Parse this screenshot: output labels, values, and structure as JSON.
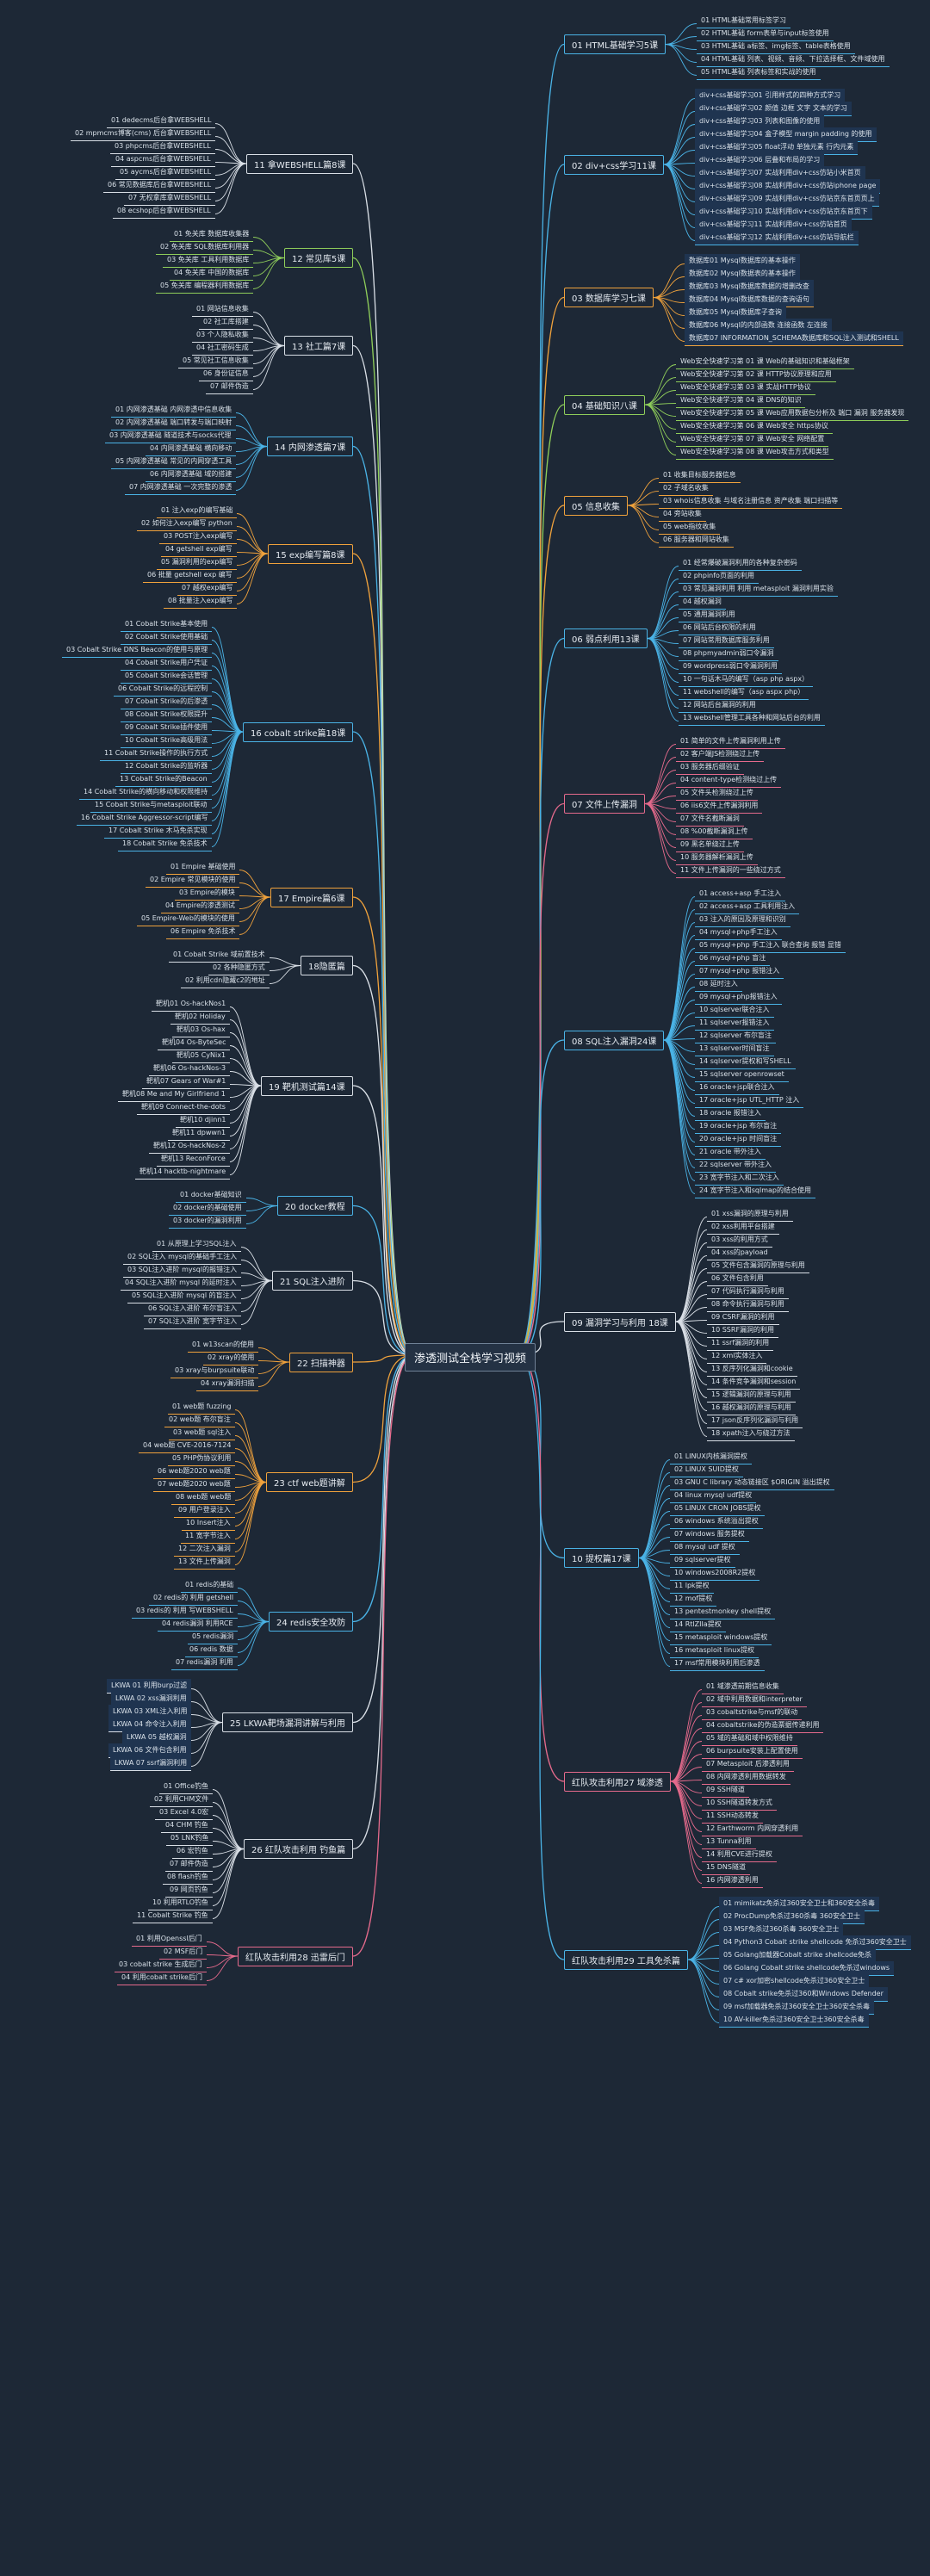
{
  "root": "渗透测试全栈学习视频",
  "right": [
    {
      "title": "01 HTML基础学习5课",
      "color": "#4ab3e6",
      "children": [
        "01 HTML基础常用标签学习",
        "02 HTML基础 form表单与input标签使用",
        "03 HTML基础 a标签、img标签、table表格使用",
        "04 HTML基础 列表、视频、音频、下拉选择框、文件域使用",
        "05 HTML基础 列表标签和实战的使用"
      ]
    },
    {
      "title": "02 div+css学习11课",
      "color": "#4ab3e6",
      "boxed": true,
      "children": [
        "div+css基础学习01 引用样式的四种方式学习",
        "div+css基础学习02 颜值 边框 文字 文本的学习",
        "div+css基础学习03 列表和图像的使用",
        "div+css基础学习04 盒子模型 margin padding 的使用",
        "div+css基础学习05 float浮动 单独元素 行内元素",
        "div+css基础学习06 层叠和布局的学习",
        "div+css基础学习07 实战利用div+css仿站小米首页",
        "div+css基础学习08 实战利用div+css仿站iphone page",
        "div+css基础学习09 实战利用div+css仿站京东首页页上",
        "div+css基础学习10 实战利用div+css仿站京东首页下",
        "div+css基础学习11 实战利用div+css仿站首页",
        "div+css基础学习12 实战利用div+css仿站导航栏"
      ]
    },
    {
      "title": "03 数据库学习七课",
      "color": "#f0a23c",
      "boxed": true,
      "children": [
        "数据库01 Mysql数据库的基本操作",
        "数据库02 Mysql数据表的基本操作",
        "数据库03 Mysql数据库数据的增删改查",
        "数据库04 Mysql数据库数据的查询语句",
        "数据库05 Mysql数据库子查询",
        "数据库06 Mysql的内部函数 连接函数 左连接",
        "数据库07 INFORMATION_SCHEMA数据库和SQL注入测试和SHELL"
      ]
    },
    {
      "title": "04 基础知识八课",
      "color": "#8fce5a",
      "children": [
        "Web安全快速学习第 01 课 Web的基础知识和基础框架",
        "Web安全快速学习第 02 课 HTTP协议原理和应用",
        "Web安全快速学习第 03 课 实战HTTP协议",
        "Web安全快速学习第 04 课 DNS的知识",
        "Web安全快速学习第 05 课 Web应用数据包分析及 端口 漏洞 服务器发现",
        "Web安全快速学习第 06 课 Web安全 https协议",
        "Web安全快速学习第 07 课 Web安全 网络配置",
        "Web安全快速学习第 08 课 Web攻击方式和类型"
      ]
    },
    {
      "title": "05 信息收集",
      "color": "#f0a23c",
      "children": [
        "01 收集目标服务器信息",
        "02 子域名收集",
        "03 whois信息收集 与域名注册信息 资产收集 端口扫描等",
        "04 旁站收集",
        "05 web指纹收集",
        "06 服务器和网站收集"
      ]
    },
    {
      "title": "06 弱点利用13课",
      "color": "#4ab3e6",
      "children": [
        "01 经常爆破漏洞利用的各种复杂密码",
        "02 phpinfo页面的利用",
        "03 常见漏洞利用 利用 metasploit 漏洞利用实验",
        "04 越权漏洞",
        "05 通用漏洞利用",
        "06 网站后台权限的利用",
        "07 网站常用数据库服务利用",
        "08 phpmyadmin弱口令漏洞",
        "09 wordpress弱口令漏洞利用",
        "10 一句话木马的编写（asp php aspx）",
        "11 webshell的编写（asp aspx php）",
        "12 网站后台漏洞的利用",
        "13 webshell管理工具各种和网站后台的利用"
      ]
    },
    {
      "title": "07 文件上传漏洞",
      "color": "#e56a8c",
      "children": [
        "01 简单的文件上传漏洞利用上传",
        "02 客户端JS检测绕过上传",
        "03 服务器后缀验证",
        "04 content-type检测绕过上传",
        "05 文件头检测绕过上传",
        "06 iis6文件上传漏洞利用",
        "07 文件名截断漏洞",
        "08 %00截断漏洞上传",
        "09 黑名单绕过上传",
        "10 服务器解析漏洞上传",
        "11 文件上传漏洞的一些绕过方式"
      ]
    },
    {
      "title": "08 SQL注入漏洞24课",
      "color": "#4ab3e6",
      "children": [
        "01 access+asp 手工注入",
        "02 access+asp 工具利用注入",
        "03 注入的原因及原理和识别",
        "04 mysql+php手工注入",
        "05 mysql+php 手工注入 联合查询 报错 显错",
        "06 mysql+php 盲注",
        "07 mysql+php 报错注入",
        "08 延时注入",
        "09 mysql+php报错注入",
        "10 sqlserver联合注入",
        "11 sqlserver报错注入",
        "12 sqlserver 布尔盲注",
        "13 sqlserver时间盲注",
        "14 sqlserver提权和写SHELL",
        "15 sqlserver openrowset",
        "16 oracle+jsp联合注入",
        "17 oracle+jsp UTL_HTTP 注入",
        "18 oracle 报错注入",
        "19 oracle+jsp 布尔盲注",
        "20 oracle+jsp 时间盲注",
        "21 oracle 带外注入",
        "22 sqlserver 带外注入",
        "23 宽字节注入和二次注入",
        "24 宽字节注入和sqlmap的结合使用"
      ]
    },
    {
      "title": "09 漏洞学习与利用 18课",
      "color": "#d9dfe6",
      "children": [
        "01 xss漏洞的原理与利用",
        "02 xss利用平台搭建",
        "03 xss的利用方式",
        "04 xss的payload",
        "05 文件包含漏洞的原理与利用",
        "06 文件包含利用",
        "07 代码执行漏洞与利用",
        "08 命令执行漏洞与利用",
        "09 CSRF漏洞的利用",
        "10 SSRF漏洞的利用",
        "11 ssrf漏洞的利用",
        "12 xml实体注入",
        "13 反序列化漏洞和cookie",
        "14 条件竞争漏洞和session",
        "15 逻辑漏洞的原理与利用",
        "16 越权漏洞的原理与利用",
        "17 json反序列化漏洞与利用",
        "18 xpath注入与绕过方法"
      ]
    },
    {
      "title": "10 提权篇17课",
      "color": "#4ab3e6",
      "children": [
        "01 LINUX内核漏洞提权",
        "02 LINUX SUID提权",
        "03 GNU C library 动态链接区 $ORIGIN 溢出提权",
        "04 linux mysql udf提权",
        "05 LINUX CRON JOBS提权",
        "06 windows 系统溢出提权",
        "07 windows 服务提权",
        "08 mysql udf 提权",
        "09 sqlserver提权",
        "10 windows2008R2提权",
        "11 lpk提权",
        "12 mof提权",
        "13 pentestmonkey shell提权",
        "14 RtlZIIa提权",
        "15 metasploit windows提权",
        "16 metasploit linux提权",
        "17 msf常用模块利用后渗透"
      ]
    },
    {
      "title": "红队攻击利用27 域渗透",
      "color": "#e56a8c",
      "children": [
        "01 域渗透前期信息收集",
        "02 域中利用数据和interpreter",
        "03 cobaltstrike与msf的联动",
        "04 cobaltstrike的伪造票据传递利用",
        "05 域的基础和域中权限维持",
        "06 burpsuite安装上配置使用",
        "07 Metasploit 后渗透利用",
        "08 内网渗透利用数据转发",
        "09 SSH隧道",
        "10 SSH隧道转发方式",
        "11 SSH动态转发",
        "12 Earthworm 内网穿透利用",
        "13 Tunna利用",
        "14 利用CVE进行提权",
        "15 DNS隧道",
        "16 内网渗透利用"
      ]
    },
    {
      "title": "红队攻击利用29 工具免杀篇",
      "color": "#4ab3e6",
      "boxed": true,
      "children": [
        "01 mimikatz免杀过360安全卫士和360安全杀毒",
        "02 ProcDump免杀过360杀毒 360安全卫士",
        "03 MSF免杀过360杀毒 360安全卫士",
        "04 Python3 Cobalt strike shellcode 免杀过360安全卫士",
        "05 Golang加载器Cobalt strike shellcode免杀",
        "06 Golang Cobalt strike shellcode免杀过windows",
        "07 c# xor加密shellcode免杀过360安全卫士",
        "08 Cobalt strike免杀过360和Windows Defender",
        "09 msf加载器免杀过360安全卫士360安全杀毒",
        "10 AV-killer免杀过360安全卫士360安全杀毒"
      ]
    }
  ],
  "left": [
    {
      "title": "11 拿WEBSHELL篇8课",
      "color": "#d9dfe6",
      "children": [
        "01 dedecms后台拿WEBSHELL",
        "02 mpmcms博客(cms) 后台拿WEBSHELL",
        "03 phpcms后台拿WEBSHELL",
        "04 aspcms后台拿WEBSHELL",
        "05 aycms后台拿WEBSHELL",
        "06 常见数据库后台拿WEBSHELL",
        "07 无权拿库拿WEBSHELL",
        "08 ecshop后台拿WEBSHELL"
      ]
    },
    {
      "title": "12 常见库5课",
      "color": "#8fce5a",
      "children": [
        "01 免关库 数据库收集器",
        "02 免关库 SQL数据库利用器",
        "03 免关库 工具利用数据库",
        "04 免关库 中国的数据库",
        "05 免关库 编程器利用数据库"
      ]
    },
    {
      "title": "13 社工篇7课",
      "color": "#d9dfe6",
      "children": [
        "01 网站信息收集",
        "02 社工库搭建",
        "03 个人隐私收集",
        "04 社工密码生成",
        "05 常见社工信息收集",
        "06 身份证信息",
        "07 邮件伪造"
      ]
    },
    {
      "title": "14 内网渗透篇7课",
      "color": "#4ab3e6",
      "children": [
        "01 内网渗透基础 内网渗透中信息收集",
        "02 内网渗透基础 端口转发与端口映射",
        "03 内网渗透基础 隧道技术与socks代理",
        "04 内网渗透基础 横向移动",
        "05 内网渗透基础 常见的内网穿透工具",
        "06 内网渗透基础 域的搭建",
        "07 内网渗透基础 一次完整的渗透"
      ]
    },
    {
      "title": "15 exp编写篇8课",
      "color": "#f0a23c",
      "children": [
        "01 注入exp的编写基础",
        "02 如何注入exp编写 python",
        "03 POST注入exp编写",
        "04 getshell exp编写",
        "05 漏洞利用的exp编写",
        "06 批量 getshell exp 编写",
        "07 越权exp编写",
        "08 批量注入exp编写"
      ]
    },
    {
      "title": "16 cobalt strike篇18课",
      "color": "#4ab3e6",
      "children": [
        "01 Cobalt Strike基本使用",
        "02 Cobalt Strike使用基础",
        "03 Cobalt Strike DNS Beacon的使用与原理",
        "04 Cobalt Strike用户凭证",
        "05 Cobalt Strike会话管理",
        "06 Cobalt Strike的远程控制",
        "07 Cobalt Strike的后渗透",
        "08 Cobalt Strike权限提升",
        "09 Cobalt Strike插件使用",
        "10 Cobalt Strike高级用法",
        "11 Cobalt Strike操作的执行方式",
        "12 Cobalt Strike的监听器",
        "13 Cobalt Strike的Beacon",
        "14 Cobalt Strike的横向移动和权限维持",
        "15 Cobalt Strike与metasploit联动",
        "16 Cobalt Strike Aggressor-script编写",
        "17 Cobalt Strike 木马免杀实现",
        "18 Cobalt Strike 免杀技术"
      ]
    },
    {
      "title": "17 Empire篇6课",
      "color": "#f0a23c",
      "children": [
        "01 Empire 基础使用",
        "02 Empire 常见模块的使用",
        "03 Empire的模块",
        "04 Empire的渗透测试",
        "05 Empire-Web的模块的使用",
        "06 Empire 免杀技术"
      ]
    },
    {
      "title": "18隐匿篇",
      "color": "#d9dfe6",
      "children": [
        "01 Cobalt Strike 域前置技术",
        "02 各种隐匿方式",
        "02 利用cdn隐藏c2的地址"
      ]
    },
    {
      "title": "19 靶机测试篇14课",
      "color": "#d9dfe6",
      "children": [
        "靶机01 Os-hackNos1",
        "靶机02 Holiday",
        "靶机03 Os-hax",
        "靶机04 Os-ByteSec",
        "靶机05 CyNix1",
        "靶机06 Os-hackNos-3",
        "靶机07 Gears of War#1",
        "靶机08 Me and My Girlfriend 1",
        "靶机09 Connect-the-dots",
        "靶机10 djinn1",
        "靶机11 dpwwn1",
        "靶机12 Os-hackNos-2",
        "靶机13 ReconForce",
        "靶机14 hacktb-nightmare"
      ]
    },
    {
      "title": "20 docker教程",
      "color": "#4ab3e6",
      "children": [
        "01 docker基础知识",
        "02 docker的基础使用",
        "03 docker的漏洞利用"
      ]
    },
    {
      "title": "21 SQL注入进阶",
      "color": "#d9dfe6",
      "children": [
        "01 从原理上学习SQL注入",
        "02 SQL注入 mysql的基础手工注入",
        "03 SQL注入进阶 mysql的报错注入",
        "04 SQL注入进阶 mysql 的延时注入",
        "05 SQL注入进阶 mysql 的盲注入",
        "06 SQL注入进阶 布尔盲注入",
        "07 SQL注入进阶 宽字节注入"
      ]
    },
    {
      "title": "22 扫描神器",
      "color": "#f0a23c",
      "children": [
        "01 w13scan的使用",
        "02 xray的使用",
        "03 xray与burpsuite联动",
        "04 xray漏洞扫描"
      ]
    },
    {
      "title": "23 ctf web题讲解",
      "color": "#f0a23c",
      "children": [
        "01 web题 fuzzing",
        "02 web题 布尔盲注",
        "03 web题 sql注入",
        "04 web题 CVE-2016-7124",
        "05 PHP伪协议利用",
        "06 web题2020 web题",
        "07 web题2020 web题",
        "08 web题 web题",
        "09 用户登录注入",
        "10 Insert注入",
        "11 宽字节注入",
        "12 二次注入漏洞",
        "13 文件上传漏洞"
      ]
    },
    {
      "title": "24 redis安全攻防",
      "color": "#4ab3e6",
      "children": [
        "01 redis的基础",
        "02 redis的 利用 getshell",
        "03 redis的 利用 写WEBSHELL",
        "04 redis漏洞 利用RCE",
        "05 redis漏洞",
        "06 redis 数据",
        "07 redis漏洞 利用"
      ]
    },
    {
      "title": "25 LKWA靶场漏洞讲解与利用",
      "color": "#d9dfe6",
      "boxed": true,
      "children": [
        "LKWA 01 利用burp过滤",
        "LKWA 02 xss漏洞利用",
        "LKWA 03 XML注入利用",
        "LKWA 04 命令注入利用",
        "LKWA 05 越权漏洞",
        "LKWA 06 文件包含利用",
        "LKWA 07 ssrf漏洞利用"
      ]
    },
    {
      "title": "26 红队攻击利用 钓鱼篇",
      "color": "#d9dfe6",
      "children": [
        "01 Office钓鱼",
        "02 利用CHM文件",
        "03 Excel 4.0宏",
        "04 CHM 钓鱼",
        "05 LNK钓鱼",
        "06 宏钓鱼",
        "07 邮件伪造",
        "08 flash钓鱼",
        "09 网页钓鱼",
        "10 利用RTLO钓鱼",
        "11 Cobalt Strike 钓鱼"
      ]
    },
    {
      "title": "红队攻击利用28 迅雷后门",
      "color": "#e56a8c",
      "children": [
        "01 利用Openssl后门",
        "02 MSF后门",
        "03 cobalt strike 生成后门",
        "04 利用cobalt strike后门"
      ]
    }
  ]
}
